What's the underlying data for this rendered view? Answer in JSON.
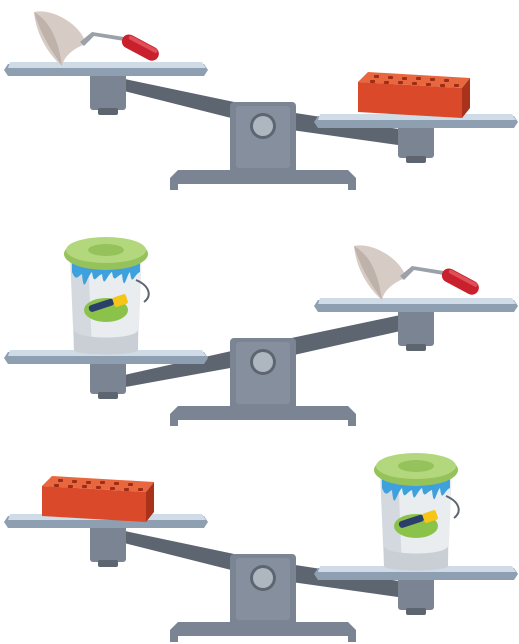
{
  "colors": {
    "scale_body": "#7a8493",
    "scale_dark": "#5d6571",
    "beam": "#6f7987",
    "tray_top": "#cfdbe6",
    "tray_edge": "#8d9fb0",
    "pivot_ring": "#aeb6c0",
    "brick": "#d9492a",
    "brick_dark": "#a8321a",
    "bucket_lid": "#95c25a",
    "bucket_body": "#e9edf0",
    "paint_drip": "#3ea0dc",
    "trowel_blade": "#d7ccc5",
    "trowel_handle": "#c9202e"
  },
  "scales": [
    {
      "id": "scale-1",
      "left_item": "trowel",
      "right_item": "brick",
      "heavier_side": "right"
    },
    {
      "id": "scale-2",
      "left_item": "paint-bucket",
      "right_item": "trowel",
      "heavier_side": "left"
    },
    {
      "id": "scale-3",
      "left_item": "brick",
      "right_item": "paint-bucket",
      "heavier_side": "right"
    }
  ]
}
